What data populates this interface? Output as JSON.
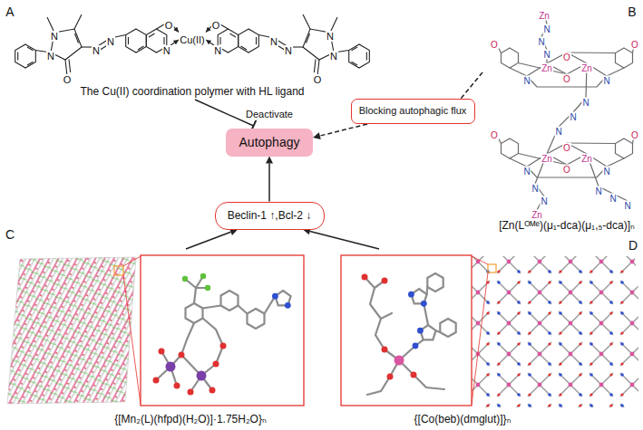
{
  "diagram": {
    "nodes": [
      {
        "text": [
          "The Cu(II) coordination polymer with HL ligand"
        ]
      },
      {
        "text": [
          "[Zn(Lᴼᴹᵉ)(μ₁-dca)(μ₁,₅-dca)]ₙ"
        ]
      },
      {
        "text": [
          "Blocking autophagic flux"
        ]
      },
      {
        "text": [
          "Autophagy"
        ]
      },
      {
        "text": [
          "Beclin-1 ↑,Bcl-2 ↓"
        ]
      },
      {
        "text": [
          "{[Mn₂(L)(hfpd)(H₂O)]·1.75H₂O}ₙ"
        ]
      },
      {
        "text": [
          "{[Co(beb)(dmglut)]}ₙ"
        ]
      }
    ],
    "edges": [
      {
        "from": 0,
        "to": 3,
        "arrow": "to",
        "label": "Deactivate"
      },
      {
        "from": 1,
        "to": 2,
        "arrow": "none"
      },
      {
        "from": 2,
        "to": 3,
        "arrow": "to"
      },
      {
        "from": 5,
        "to": 4,
        "arrow": "to"
      },
      {
        "from": 6,
        "to": 4,
        "arrow": "to"
      },
      {
        "from": 4,
        "to": 3,
        "arrow": "to"
      }
    ],
    "labels": [
      "A",
      "N",
      "N",
      "O",
      "N",
      "N",
      "O",
      "N",
      "Cu(II)",
      "N",
      "O",
      "N",
      "N",
      "O",
      "N",
      "N",
      "B",
      "Zn",
      "N",
      "N",
      "N",
      "Zn",
      "Zn",
      "O",
      "O",
      "N",
      "N",
      "O",
      "O",
      "N",
      "N",
      "N",
      "Zn",
      "Zn",
      "O",
      "O",
      "N",
      "N",
      "O",
      "O",
      "N",
      "N",
      "Zn",
      "N",
      "N",
      "N",
      "C",
      "D"
    ]
  }
}
